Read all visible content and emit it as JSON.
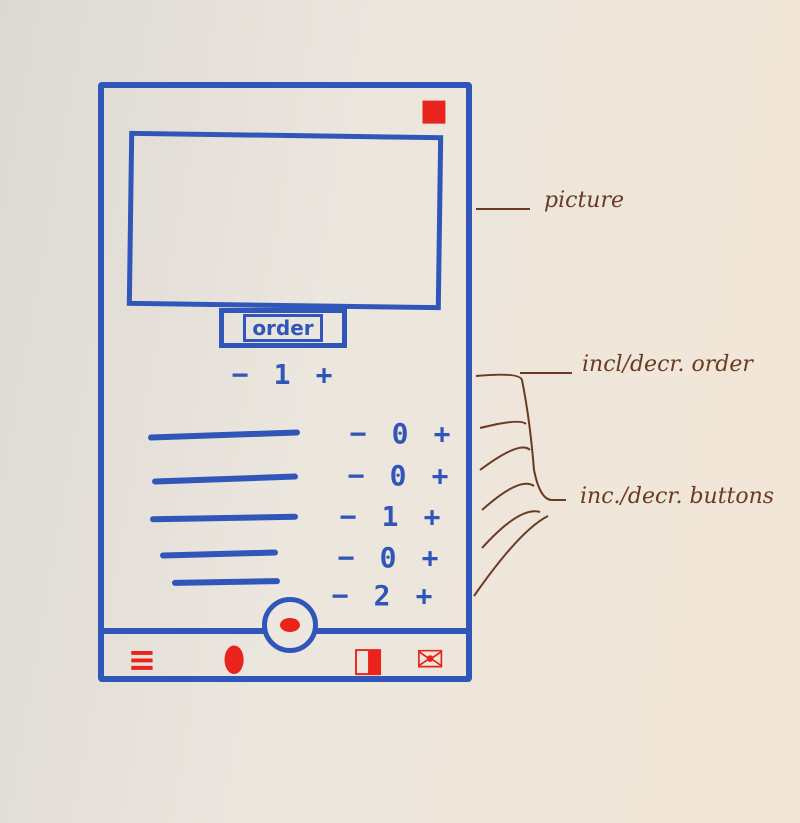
{
  "annotations": {
    "picture": "picture",
    "order": "incl/decr. order",
    "buttons": "inc./decr. buttons"
  },
  "order_button": {
    "label": "order"
  },
  "order_stepper": {
    "minus": "−",
    "value": "1",
    "plus": "+"
  },
  "items": [
    {
      "minus": "−",
      "value": "0",
      "plus": "+"
    },
    {
      "minus": "−",
      "value": "0",
      "plus": "+"
    },
    {
      "minus": "−",
      "value": "1",
      "plus": "+"
    },
    {
      "minus": "−",
      "value": "0",
      "plus": "+"
    },
    {
      "minus": "−",
      "value": "2",
      "plus": "+"
    }
  ],
  "icons": {
    "corner": "corner-icon",
    "nav": [
      "menu-icon",
      "location-pin-icon",
      "bookmark-icon",
      "mail-icon"
    ],
    "fab": "center-action-icon"
  },
  "colors": {
    "ink_blue": "#2f56b8",
    "accent_red": "#e8241c",
    "pencil_brown": "#6a3b22"
  }
}
